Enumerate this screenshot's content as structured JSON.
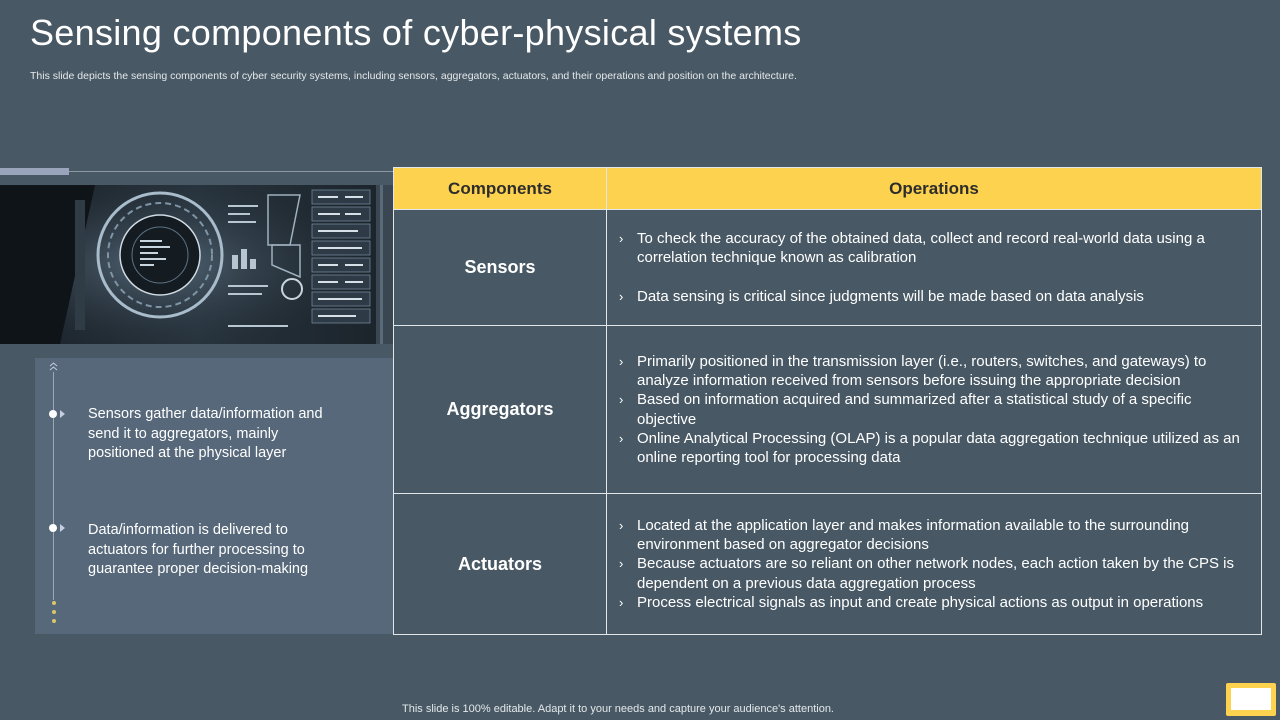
{
  "slide": {
    "title": "Sensing components of cyber-physical systems",
    "subtitle": "This slide depicts the sensing components of cyber security systems, including sensors, aggregators, actuators, and their operations and position on the architecture.",
    "footer": "This slide is 100% editable. Adapt it to your needs and capture your audience's attention."
  },
  "notes": [
    "Sensors gather data/information and send it to aggregators, mainly positioned at the physical layer",
    "Data/information is delivered to actuators for further processing to guarantee proper decision-making"
  ],
  "table": {
    "headers": [
      "Components",
      "Operations"
    ],
    "rows": [
      {
        "component": "Sensors",
        "operations": [
          "To check the accuracy of the obtained data, collect and record real-world data using a correlation technique known as calibration",
          "Data sensing is critical since judgments will be made based on data analysis"
        ]
      },
      {
        "component": "Aggregators",
        "operations": [
          "Primarily positioned in the transmission layer (i.e., routers, switches, and gateways) to analyze information received from sensors before issuing the appropriate decision",
          "Based on information acquired and summarized after a statistical study of a specific objective",
          "Online Analytical Processing (OLAP) is a popular data aggregation technique utilized as an online reporting tool for processing data"
        ]
      },
      {
        "component": "Actuators",
        "operations": [
          "Located at the application layer and makes information available to the surrounding environment based on aggregator decisions",
          "Because actuators are so reliant on other network nodes, each action taken by the CPS is dependent on a previous data aggregation process",
          "Process electrical signals as input and create physical actions as output in operations"
        ]
      }
    ]
  },
  "colors": {
    "background": "#485965",
    "header_yellow": "#fdd24e",
    "panel": "#56687a"
  },
  "icons": {
    "bullet": "chevron-right-icon",
    "timeline_top": "double-chevron-up-icon"
  }
}
